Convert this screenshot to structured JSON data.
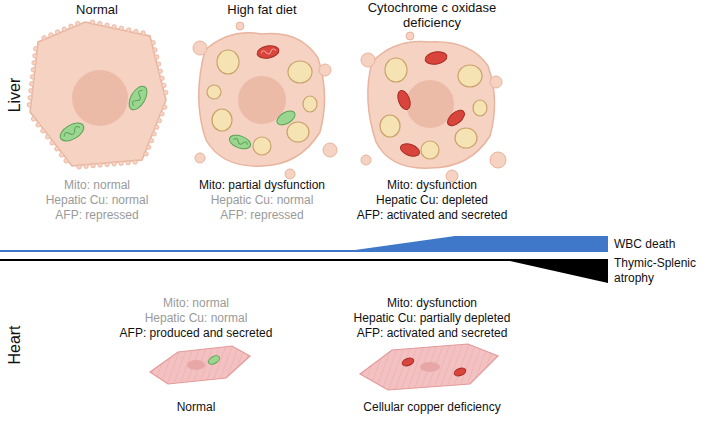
{
  "diagram": {
    "labels": [
      "Normal",
      "High fat diet",
      "Cytochrome c oxidase deficiency",
      "Liver",
      "Mito: normal",
      "Hepatic Cu: normal",
      "AFP: repressed",
      "Mito: partial dysfunction",
      "Hepatic Cu: normal",
      "AFP: repressed",
      "Mito: dysfunction",
      "Hepatic Cu: depleted",
      "AFP: activated and secreted",
      "WBC death",
      "Thymic-Splenic atrophy",
      "Heart",
      "Mito: normal",
      "Hepatic Cu: normal",
      "AFP: produced and secreted",
      "Mito: dysfunction",
      "Hepatic Cu: partially depleted",
      "AFP: activated and secreted",
      "Normal",
      "Cellular copper deficiency"
    ]
  }
}
